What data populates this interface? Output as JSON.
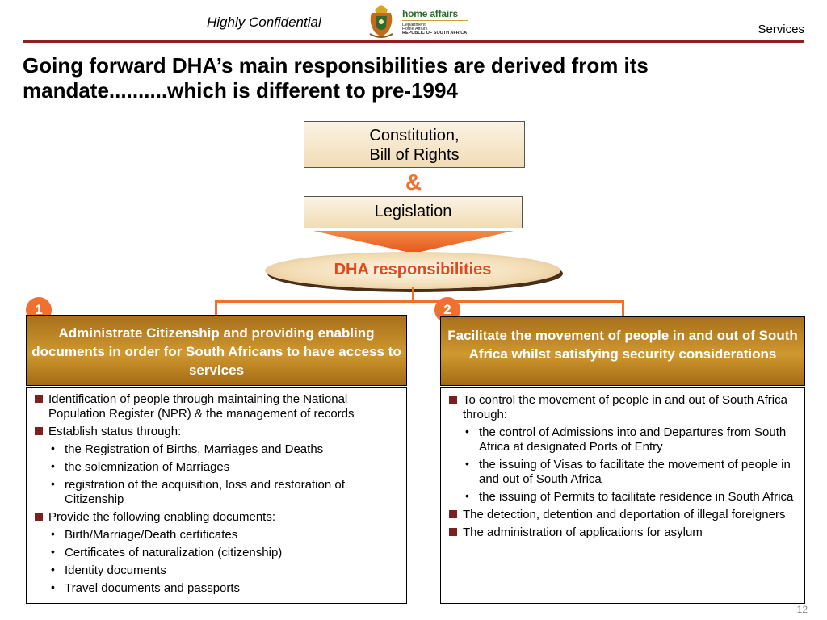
{
  "header": {
    "confidential": "Highly Confidential",
    "section": "Services",
    "logo": {
      "brand": "home affairs",
      "line1": "Department:",
      "line2": "Home Affairs",
      "line3": "REPUBLIC OF SOUTH AFRICA"
    },
    "rule_color": "#8b2323"
  },
  "title": "Going forward DHA’s main responsibilities are  derived from its mandate..........which is different to pre-1994",
  "diagram": {
    "top_line1": "Constitution,",
    "top_line2": "Bill of Rights",
    "ampersand": "&",
    "legislation": "Legislation",
    "center": "DHA responsibilities",
    "accent": "#f07030"
  },
  "columns": [
    {
      "number": "1",
      "heading": "Administrate Citizenship and providing enabling documents in order for South Africans to have access to services",
      "items": [
        {
          "text": "Identification of people through maintaining the National Population Register (NPR) & the management of records",
          "subs": []
        },
        {
          "text": "Establish status through:",
          "subs": [
            "the Registration of Births, Marriages and Deaths",
            "the solemnization of Marriages",
            "registration of the acquisition, loss and restoration of Citizenship"
          ]
        },
        {
          "text": "Provide the following enabling documents:",
          "subs": [
            "Birth/Marriage/Death certificates",
            "Certificates of naturalization (citizenship)",
            "Identity documents",
            "Travel documents and passports"
          ]
        }
      ]
    },
    {
      "number": "2",
      "heading": "Facilitate the movement of people in and out of South Africa whilst satisfying security considerations",
      "items": [
        {
          "text": "To control the movement of people in and out of South Africa through:",
          "subs": [
            "the control of Admissions into and Departures from South Africa at designated Ports of Entry",
            "the issuing of Visas to facilitate the movement of people in and out of South Africa",
            "the issuing of Permits to facilitate residence in South Africa"
          ]
        },
        {
          "text": "The detection, detention and deportation of illegal foreigners",
          "subs": []
        },
        {
          "text": "The administration of applications for asylum",
          "subs": []
        }
      ]
    }
  ],
  "page_number": "12"
}
